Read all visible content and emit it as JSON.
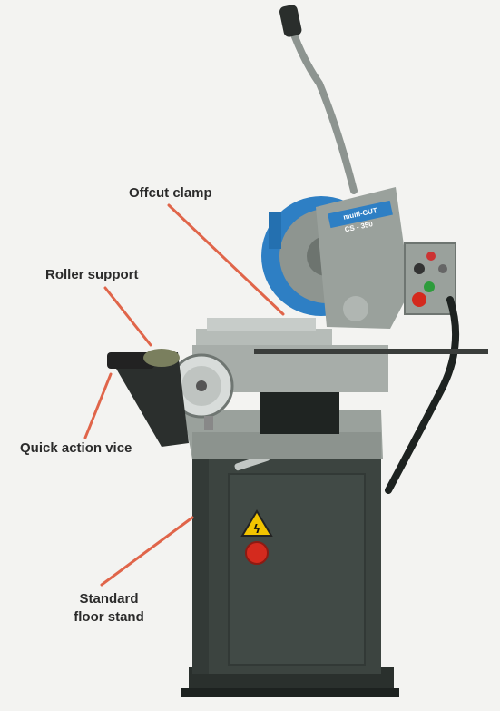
{
  "callouts": {
    "offcut_clamp": "Offcut clamp",
    "roller_support": "Roller support",
    "quick_action_vice": "Quick action vice",
    "standard_floor_stand": [
      "Standard",
      "floor stand"
    ]
  },
  "machine": {
    "brand_label": "muiti-CUT",
    "model_label": "CS - 350"
  },
  "colors": {
    "background": "#f3f3f1",
    "leader_line": "#e0654a",
    "body_grey": "#9aa19c",
    "stand_dark": "#3c4440",
    "guard_blue": "#2e7fc4",
    "warning_yellow": "#f2c400",
    "stop_red": "#d42a1e",
    "label_text": "#2b2b2b"
  }
}
